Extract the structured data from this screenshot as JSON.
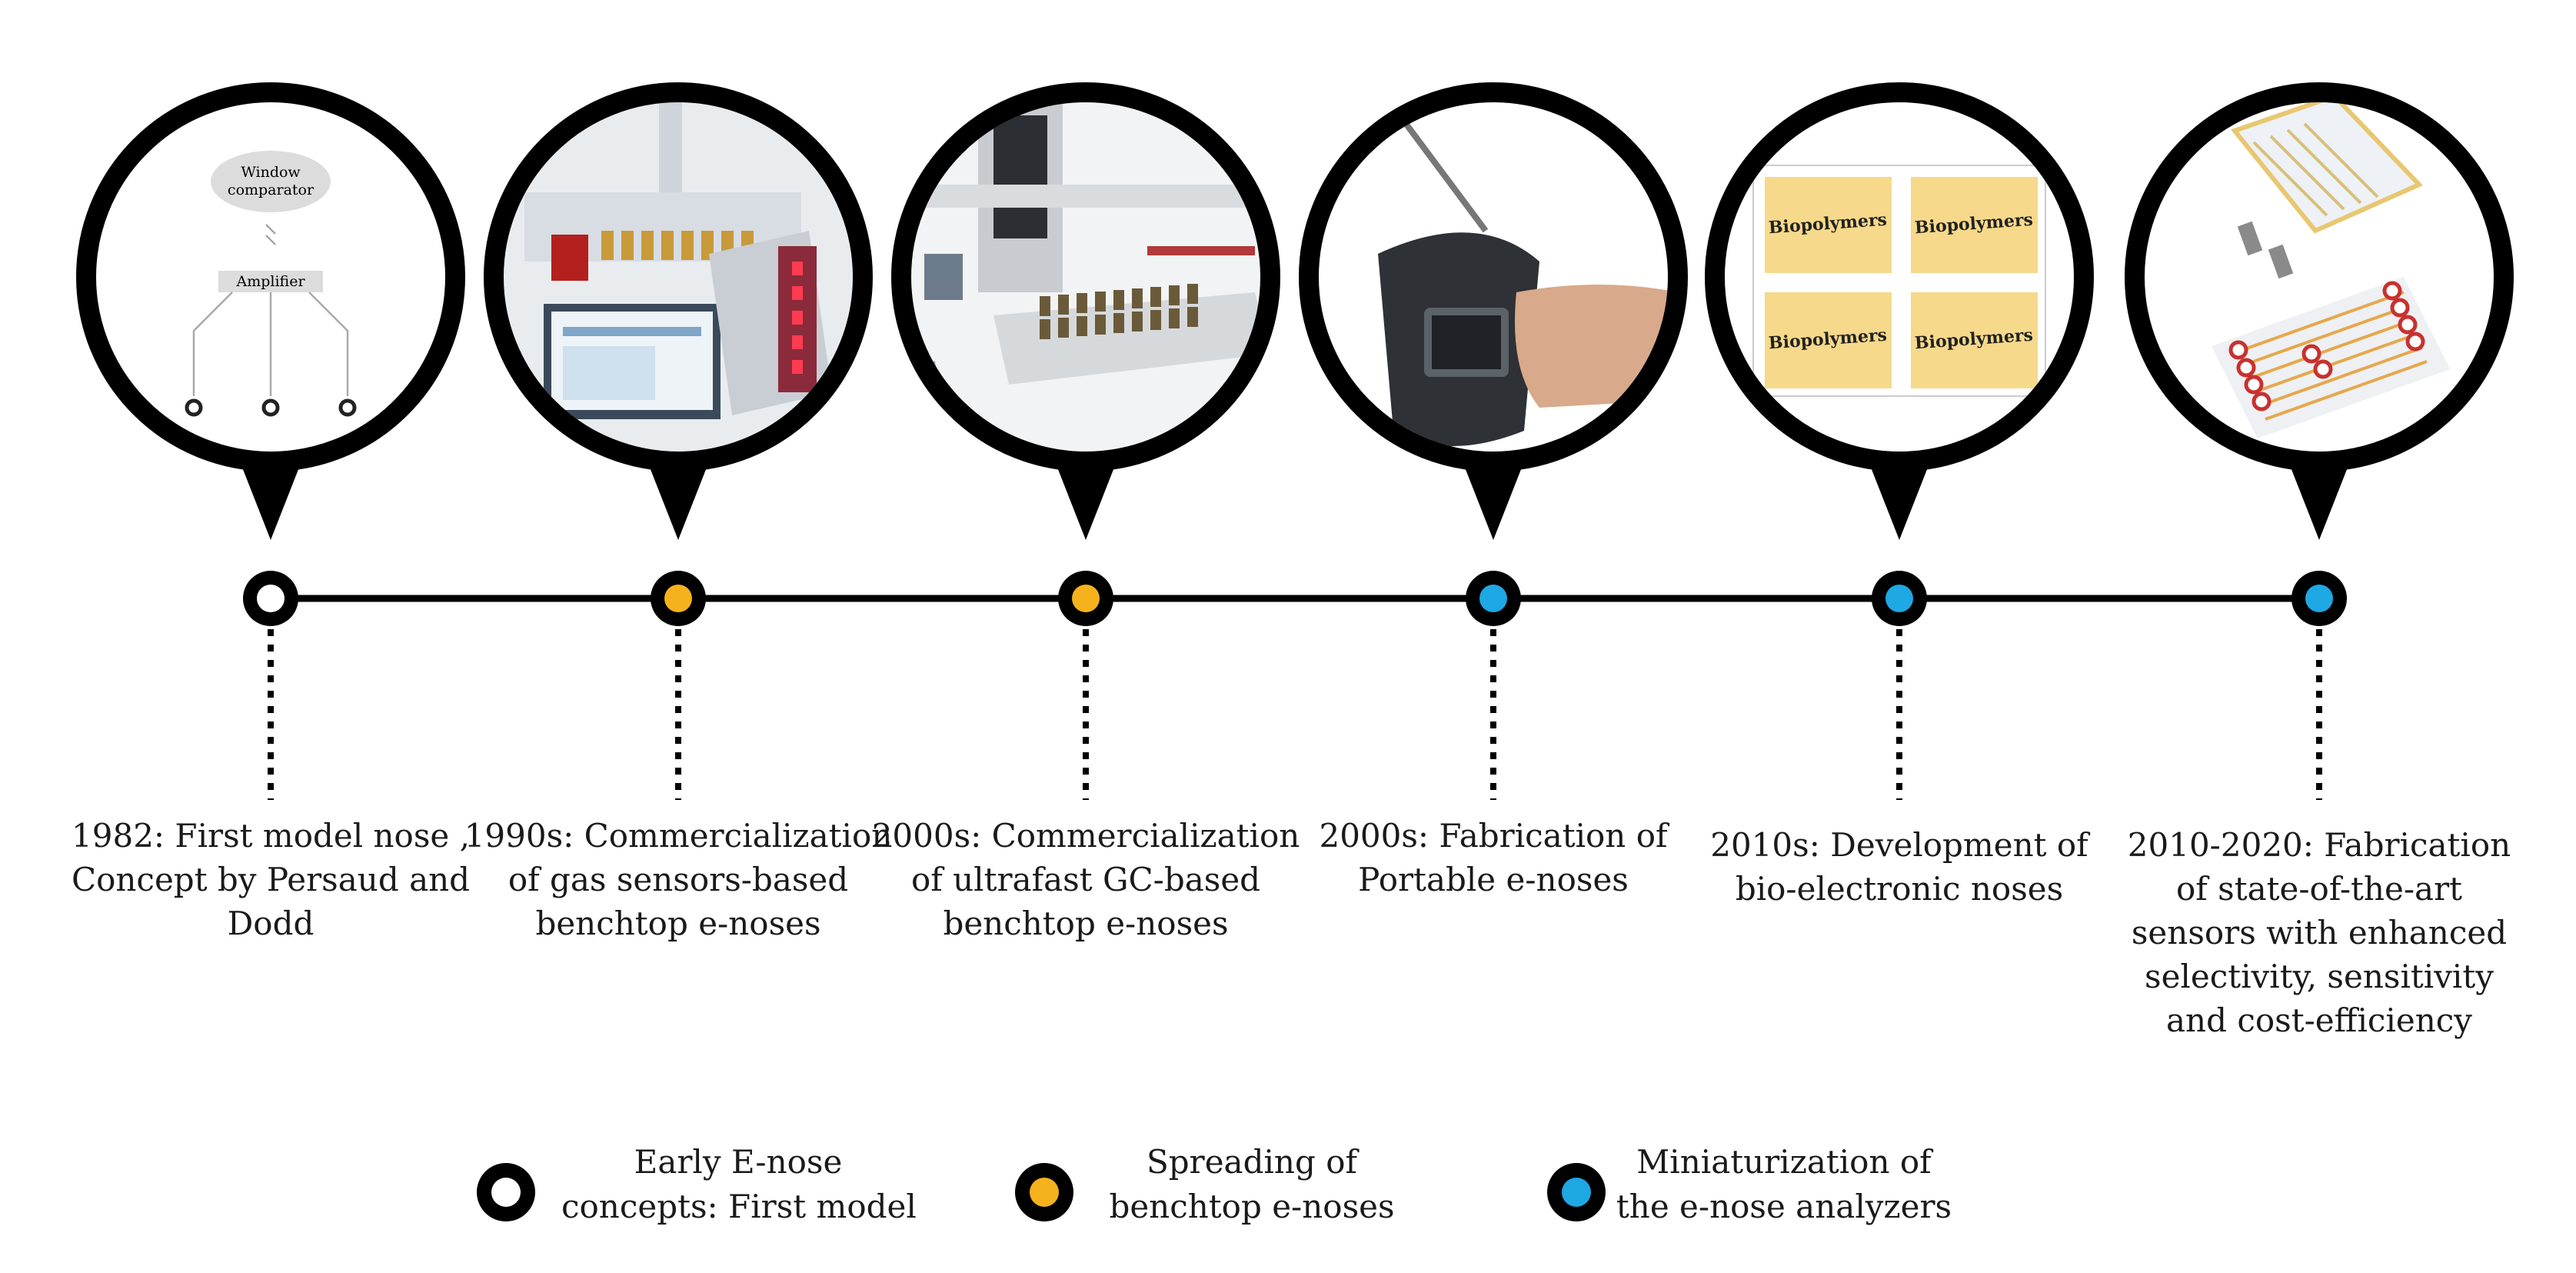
{
  "milestones": [
    {
      "lines": [
        "1982: First model nose ,",
        "Concept by Persaud and",
        "Dodd"
      ],
      "category": "early",
      "illustration": "circuit-diagram",
      "circuit": {
        "top_label_1": "Window",
        "top_label_2": "comparator",
        "mid_label": "Amplifier"
      }
    },
    {
      "lines": [
        "1990s: Commercialization",
        "of gas sensors-based",
        "benchtop e-noses"
      ],
      "category": "spreading",
      "illustration": "benchtop-instrument-photo"
    },
    {
      "lines": [
        "2000s: Commercialization",
        "of  ultrafast GC-based",
        "benchtop e-noses"
      ],
      "category": "spreading",
      "illustration": "gc-autosampler-photo"
    },
    {
      "lines": [
        "2000s: Fabrication of",
        "Portable e-noses"
      ],
      "category": "miniaturization",
      "illustration": "handheld-device-photo"
    },
    {
      "lines": [
        "2010s: Development of",
        "bio-electronic noses"
      ],
      "category": "miniaturization",
      "illustration": "biopolymer-grid",
      "tiles": [
        "Biopolymers",
        "Biopolymers",
        "Biopolymers",
        "Biopolymers"
      ]
    },
    {
      "lines": [
        "2010-2020: Fabrication",
        "of state-of-the-art",
        "sensors with enhanced",
        "selectivity, sensitivity",
        "and cost-efficiency"
      ],
      "category": "miniaturization",
      "illustration": "sensor-chips"
    }
  ],
  "legend": [
    {
      "key": "early",
      "lines": [
        "Early E-nose",
        "concepts: First model"
      ],
      "dot_color": "#ffffff"
    },
    {
      "key": "spreading",
      "lines": [
        "Spreading of",
        "benchtop e-noses"
      ],
      "dot_color": "#f5b21c"
    },
    {
      "key": "miniaturization",
      "lines": [
        "Miniaturization of",
        "the e-nose analyzers"
      ],
      "dot_color": "#1ea8e4"
    }
  ],
  "colors": {
    "ring": "#000000",
    "line": "#000000",
    "early": "#ffffff",
    "spreading": "#f5b21c",
    "miniaturization": "#1ea8e4",
    "tile": "#f6d98a"
  }
}
